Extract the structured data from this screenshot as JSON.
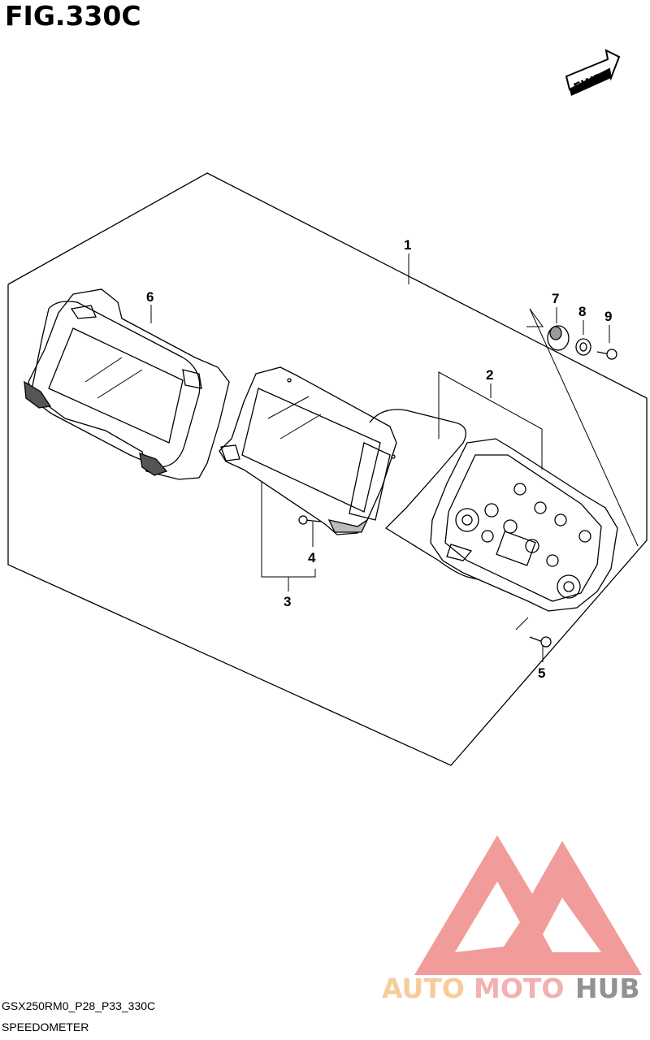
{
  "figure": {
    "title": "FIG.330C",
    "fwd_label": "FWD",
    "drawing_code": "GSX250RM0_P28_P33_330C",
    "drawing_name": "SPEEDOMETER"
  },
  "callouts": [
    {
      "id": "1",
      "label": "1"
    },
    {
      "id": "2",
      "label": "2"
    },
    {
      "id": "3",
      "label": "3"
    },
    {
      "id": "4",
      "label": "4"
    },
    {
      "id": "5",
      "label": "5"
    },
    {
      "id": "6",
      "label": "6"
    },
    {
      "id": "7",
      "label": "7"
    },
    {
      "id": "8",
      "label": "8"
    },
    {
      "id": "9",
      "label": "9"
    }
  ],
  "watermark": {
    "part_a": "AUTO",
    "part_b": "MOTO",
    "part_c": "HUB",
    "color_auto": "#f6c48a",
    "color_moto": "#f2a3a3",
    "color_hub": "#7f7f7f",
    "logo_color": "#f08a8a"
  }
}
